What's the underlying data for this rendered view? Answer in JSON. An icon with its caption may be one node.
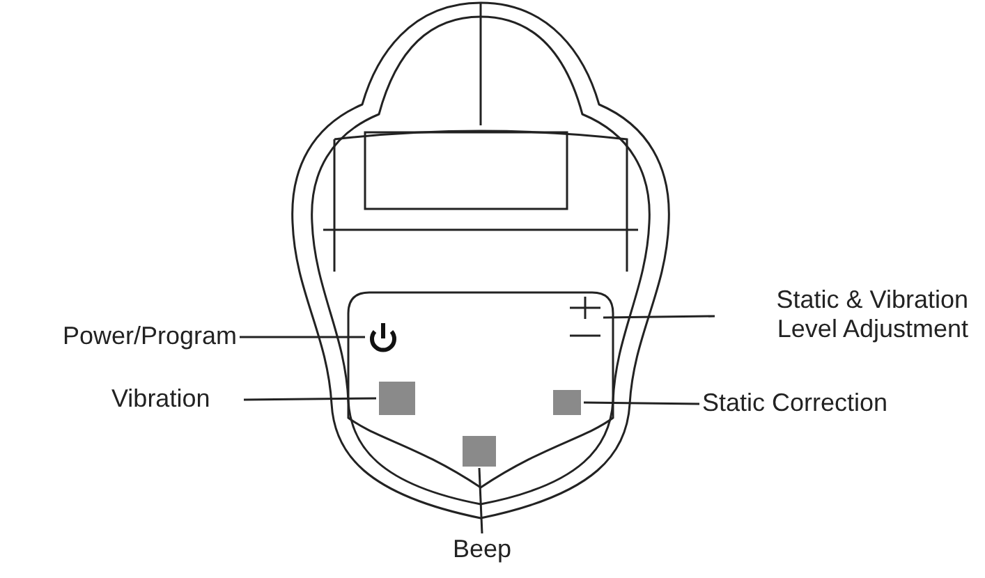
{
  "diagram": {
    "nodes": [
      {
        "text": [
          "Power/Program"
        ]
      },
      {
        "text": [],
        "shape": "picture"
      },
      {
        "text": [
          "Static & Vibration Level Adjustment"
        ]
      },
      {
        "text": [],
        "shape": "picture"
      },
      {
        "text": [
          "Vibration"
        ]
      },
      {
        "text": [],
        "shape": "box"
      },
      {
        "text": [
          "Static Correction"
        ]
      },
      {
        "text": [],
        "shape": "box"
      },
      {
        "text": [
          "Beep"
        ]
      },
      {
        "text": [],
        "shape": "box"
      }
    ],
    "edges": [
      {
        "from": 0,
        "to": 1,
        "arrow": "none"
      },
      {
        "from": 2,
        "to": 3,
        "arrow": "none"
      },
      {
        "from": 4,
        "to": 5,
        "arrow": "none"
      },
      {
        "from": 6,
        "to": 7,
        "arrow": "none"
      },
      {
        "from": 8,
        "to": 9,
        "arrow": "none"
      }
    ]
  }
}
